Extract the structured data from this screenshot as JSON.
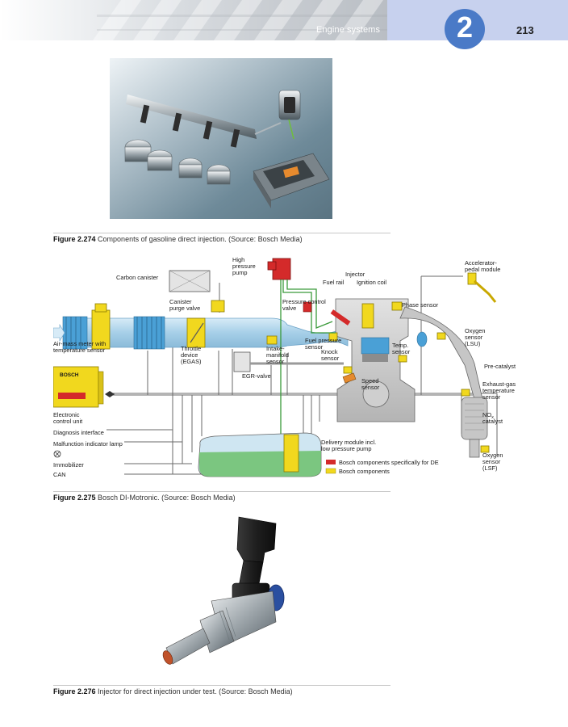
{
  "header": {
    "section_title": "Engine systems",
    "chapter_number": "2",
    "page_number": "213",
    "colors": {
      "chapter_accent": "#4a7ac7",
      "header_band": "#c7d1ee"
    }
  },
  "figures": [
    {
      "number": "Figure 2.274",
      "caption": "Components of gasoline direct injection. (Source: Bosch Media)"
    },
    {
      "number": "Figure 2.275",
      "caption": "Bosch DI-Motronic. (Source: Bosch Media)",
      "labels": {
        "high_pressure_pump": [
          "High",
          "pressure",
          "pump"
        ],
        "carbon_canister": "Carbon canister",
        "injector": "Injector",
        "fuel_rail": "Fuel rail",
        "ignition_coil": "Ignition coil",
        "accelerator_pedal": [
          "Accelerator-",
          "pedal module"
        ],
        "canister_purge_valve": [
          "Canister",
          "purge valve"
        ],
        "pressure_control_valve": [
          "Pressure control",
          "valve"
        ],
        "phase_sensor": "Phase sensor",
        "air_mass_meter": [
          "Air-mass meter with",
          "temperature sensor"
        ],
        "throttle_device": [
          "Throttle",
          "device",
          "(EGAS)"
        ],
        "intake_manifold_sensor": [
          "Intake-",
          "manifold",
          "sensor"
        ],
        "fuel_pressure_sensor": [
          "Fuel pressure",
          "sensor"
        ],
        "knock_sensor": [
          "Knock",
          "sensor"
        ],
        "temp_sensor": [
          "Temp.",
          "sensor"
        ],
        "oxygen_sensor_lsu": [
          "Oxygen",
          "sensor",
          "(LSU)"
        ],
        "egr_valve": "EGR-valve",
        "speed_sensor": [
          "Speed",
          "sensor"
        ],
        "pre_catalyst": "Pre-catalyst",
        "ecu_brand": "BOSCH",
        "ecu": [
          "Electronic",
          "control unit"
        ],
        "exhaust_gas_temp_sensor": [
          "Exhaust-gas",
          "temperature",
          "sensor"
        ],
        "nox_catalyst": [
          "NO",
          "x",
          "catalyst"
        ],
        "diagnosis_interface": "Diagnosis interface",
        "malfunction_lamp": "Malfunction indicator lamp",
        "delivery_module": [
          "Delivery module incl.",
          "low pressure pump"
        ],
        "immobilizer": "Immobilizer",
        "can": "CAN",
        "oxygen_sensor_lsf": [
          "Oxygen",
          "sensor",
          "(LSF)"
        ]
      },
      "legend": [
        {
          "color": "#d42a2a",
          "label": "Bosch components specifically for DE"
        },
        {
          "color": "#f1d81e",
          "label": "Bosch components"
        }
      ]
    },
    {
      "number": "Figure 2.276",
      "caption": "Injector for direct injection under test. (Source: Bosch Media)"
    }
  ]
}
